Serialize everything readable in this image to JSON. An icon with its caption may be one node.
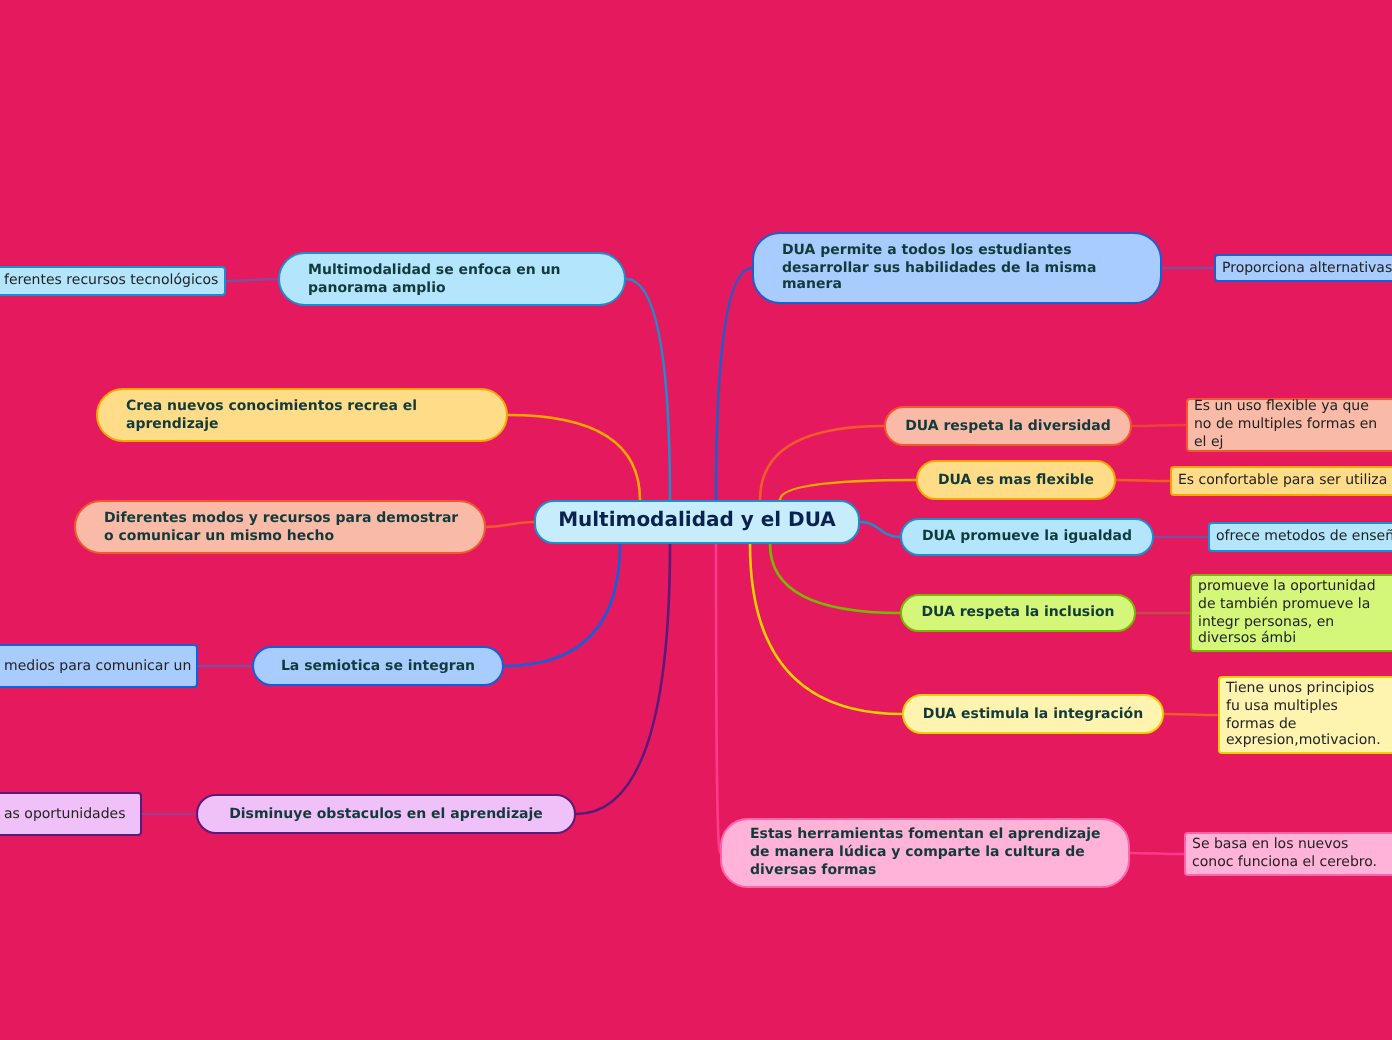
{
  "diagram": {
    "nodes": [
      {
        "text": [
          "Multimodalidad y el DUA"
        ]
      },
      {
        "text": [
          "Multimodalidad se enfoca en un panorama amplio"
        ]
      },
      {
        "text": [
          "ferentes recursos tecnológicos"
        ]
      },
      {
        "text": [
          "Crea nuevos conocimientos recrea el aprendizaje"
        ]
      },
      {
        "text": [
          "Diferentes modos y recursos para demostrar o comunicar un mismo hecho"
        ]
      },
      {
        "text": [
          "La semiotica se integran"
        ]
      },
      {
        "text": [
          "medios para comunicar un"
        ]
      },
      {
        "text": [
          "Disminuye obstaculos en el aprendizaje"
        ]
      },
      {
        "text": [
          "as oportunidades"
        ]
      },
      {
        "text": [
          "DUA permite a todos los estudiantes desarrollar sus habilidades de la misma manera"
        ]
      },
      {
        "text": [
          "Proporciona alternativas"
        ]
      },
      {
        "text": [
          "DUA respeta la diversidad"
        ]
      },
      {
        "text": [
          "Es un uso flexible ya que no de multiples formas en el ej"
        ]
      },
      {
        "text": [
          "DUA es mas flexible"
        ]
      },
      {
        "text": [
          "Es confortable para ser utiliza"
        ]
      },
      {
        "text": [
          "DUA promueve la igualdad"
        ]
      },
      {
        "text": [
          "ofrece metodos de enseñ"
        ]
      },
      {
        "text": [
          "DUA respeta la inclusion"
        ]
      },
      {
        "text": [
          "promueve la oportunidad de también promueve la integr personas, en diversos ámbi"
        ]
      },
      {
        "text": [
          "DUA estimula la integración"
        ]
      },
      {
        "text": [
          "Tiene unos principios fu usa multiples formas de expresion,motivacion."
        ]
      },
      {
        "text": [
          "Estas herramientas fomentan el aprendizaje de manera lúdica y comparte la cultura de diversas formas"
        ]
      },
      {
        "text": [
          "Se basa en los nuevos conoc funciona el cerebro."
        ]
      }
    ],
    "edges": [
      {
        "from": 0,
        "to": 1,
        "arrow": "none",
        "color": "#1a8fd0"
      },
      {
        "from": 1,
        "to": 2,
        "arrow": "none",
        "color": "#8a4a9a"
      },
      {
        "from": 0,
        "to": 3,
        "arrow": "none",
        "color": "#f5a800"
      },
      {
        "from": 0,
        "to": 4,
        "arrow": "none",
        "color": "#f25a2a"
      },
      {
        "from": 0,
        "to": 5,
        "arrow": "none",
        "color": "#1060e0"
      },
      {
        "from": 5,
        "to": 6,
        "arrow": "none",
        "color": "#8a4a9a"
      },
      {
        "from": 0,
        "to": 7,
        "arrow": "none",
        "color": "#5a1a7a"
      },
      {
        "from": 7,
        "to": 8,
        "arrow": "none",
        "color": "#a83a8a"
      },
      {
        "from": 0,
        "to": 9,
        "arrow": "none",
        "color": "#1a5fd0"
      },
      {
        "from": 9,
        "to": 10,
        "arrow": "none",
        "color": "#8a4a9a"
      },
      {
        "from": 0,
        "to": 11,
        "arrow": "none",
        "color": "#f25a2a"
      },
      {
        "from": 11,
        "to": 12,
        "arrow": "none",
        "color": "#f0403a"
      },
      {
        "from": 0,
        "to": 13,
        "arrow": "none",
        "color": "#f5a800"
      },
      {
        "from": 13,
        "to": 14,
        "arrow": "none",
        "color": "#f25a2a"
      },
      {
        "from": 0,
        "to": 15,
        "arrow": "none",
        "color": "#1a8fd0"
      },
      {
        "from": 15,
        "to": 16,
        "arrow": "none",
        "color": "#8a4a9a"
      },
      {
        "from": 0,
        "to": 17,
        "arrow": "none",
        "color": "#7ab800"
      },
      {
        "from": 17,
        "to": 18,
        "arrow": "none",
        "color": "#c84a4a"
      },
      {
        "from": 0,
        "to": 19,
        "arrow": "none",
        "color": "#f0d000"
      },
      {
        "from": 19,
        "to": 20,
        "arrow": "none",
        "color": "#f25a2a"
      },
      {
        "from": 0,
        "to": 21,
        "arrow": "none",
        "color": "#ff3a8a"
      },
      {
        "from": 21,
        "to": 22,
        "arrow": "none",
        "color": "#ff3a8a"
      }
    ]
  }
}
